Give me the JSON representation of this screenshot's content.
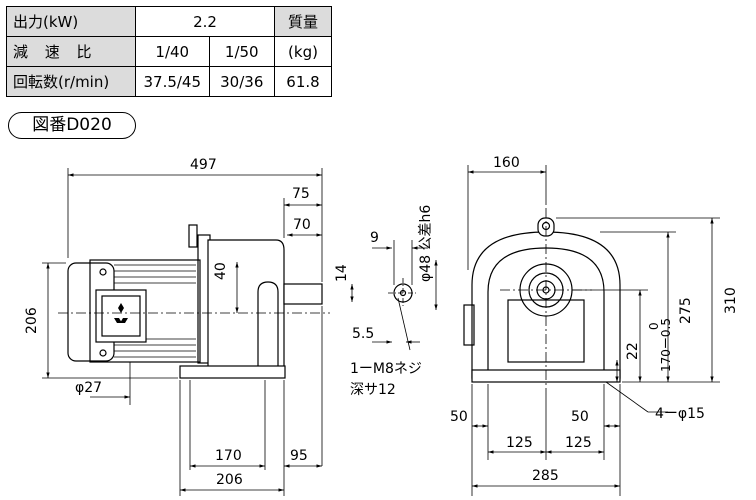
{
  "spec_table": {
    "output_label": "出力(kW)",
    "output_value": "2.2",
    "mass_label_1": "質量",
    "mass_label_2": "(kg)",
    "ratio_label": "減 速 比",
    "ratio_1": "1/40",
    "ratio_2": "1/50",
    "speed_label": "回転数(r/min)",
    "speed_1": "37.5/45",
    "speed_2": "30/36",
    "mass_value": "61.8"
  },
  "drawing_no": "図番D020",
  "dims": {
    "total_len": "497",
    "d75": "75",
    "d70": "70",
    "d40": "40",
    "d206_h": "206",
    "phi27": "φ27",
    "d170": "170",
    "d206_w": "206",
    "d95": "95",
    "d9": "9",
    "d14": "14",
    "phi48": "φ48 公差h6",
    "d5_5": "5.5",
    "screw_1": "1ーM8ネジ",
    "screw_2": "深サ12",
    "d160": "160",
    "d310": "310",
    "d275": "275",
    "tol_0": "0",
    "tol_neg": "170ー0.5",
    "d22": "22",
    "d50_l": "50",
    "d50_r": "50",
    "d125_l": "125",
    "d125_r": "125",
    "d285": "285",
    "holes": "4ーφ15"
  },
  "colors": {
    "line": "#000000",
    "header_fill": "#dcdcdc"
  }
}
